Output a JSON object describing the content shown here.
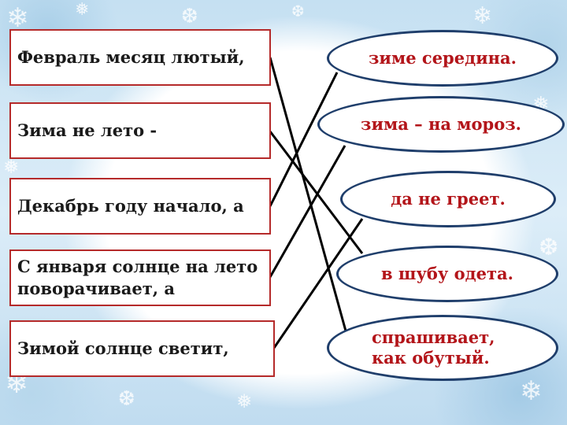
{
  "left_phrases": [
    {
      "text": "Февраль месяц лютый,"
    },
    {
      "text": "Зима не лето -"
    },
    {
      "text": "Декабрь году начало, а"
    },
    {
      "text": "С января солнце на лето поворачивает, а"
    },
    {
      "text": "Зимой солнце светит,"
    }
  ],
  "right_phrases": [
    {
      "text": "зиме середина."
    },
    {
      "text": "зима – на мороз."
    },
    {
      "text": "да не греет."
    },
    {
      "text": "в шубу одета."
    },
    {
      "text": "спрашивает, как обутый."
    }
  ],
  "colors": {
    "box_border": "#b52a2a",
    "oval_border": "#1f3e6b",
    "oval_text": "#b3151a",
    "line": "#000000"
  }
}
